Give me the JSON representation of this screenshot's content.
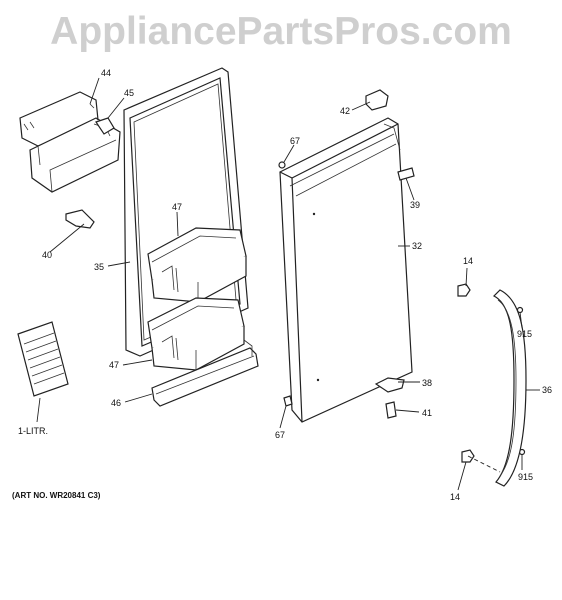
{
  "watermark": "AppliancePartsPros.com",
  "art_number": "(ART NO. WR20841 C3)",
  "callouts": {
    "p44": "44",
    "p45": "45",
    "p40": "40",
    "p35": "35",
    "p47a": "47",
    "p47b": "47",
    "p46": "46",
    "p1litr": "1-LITR.",
    "p42": "42",
    "p67a": "67",
    "p67b": "67",
    "p39": "39",
    "p32": "32",
    "p14a": "14",
    "p14b": "14",
    "p915a": "915",
    "p915b": "915",
    "p38": "38",
    "p41": "41",
    "p36": "36"
  }
}
